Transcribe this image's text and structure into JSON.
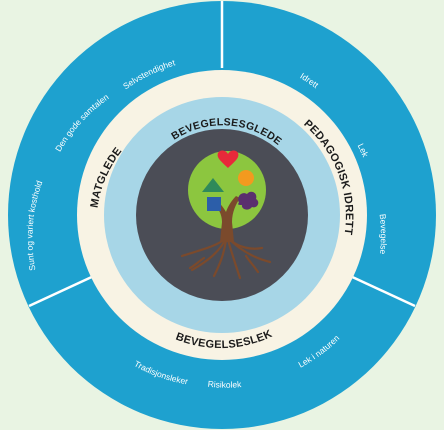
{
  "diagram": {
    "colors": {
      "background": "#e9f4e3",
      "outer_ring": "#1ea1cf",
      "outer_divider": "#ffffff",
      "middle_ring": "#f8f3e4",
      "inner_ring": "#a7d6e7",
      "core": "#4b4d56",
      "tree_canopy": "#8cc63f",
      "tree_trunk": "#7b4a2c"
    },
    "outer_labels": {
      "selvstendighet": "Selvstendighet",
      "den_gode_samtalen": "Den gode samtalen",
      "sunt_og_variert_kosthold": "Sunt og variert kosthold",
      "idrett": "Idrett",
      "lek": "Lek",
      "bevegelse": "Bevegelse",
      "tradisjonsleker": "Tradisjonsleker",
      "risikolek": "Risikolek",
      "lek_i_naturen": "Lek i naturen"
    },
    "middle_labels": {
      "matglede": "MATGLEDE",
      "pedagogisk_idrett": "PEDAGOGISK IDRETT",
      "bevegelseslek": "BEVEGELSESLEK"
    },
    "inner_label": "BEVEGELSESGLEDE",
    "tree_icons": [
      "heart-icon",
      "circle-icon",
      "triangle-icon",
      "square-icon",
      "cloud-icon"
    ],
    "tree_colors": {
      "heart": "#e8293a",
      "circle": "#f39a1f",
      "triangle": "#2f8a5a",
      "square": "#2c5ea9",
      "cloud": "#5a2f6e"
    }
  }
}
